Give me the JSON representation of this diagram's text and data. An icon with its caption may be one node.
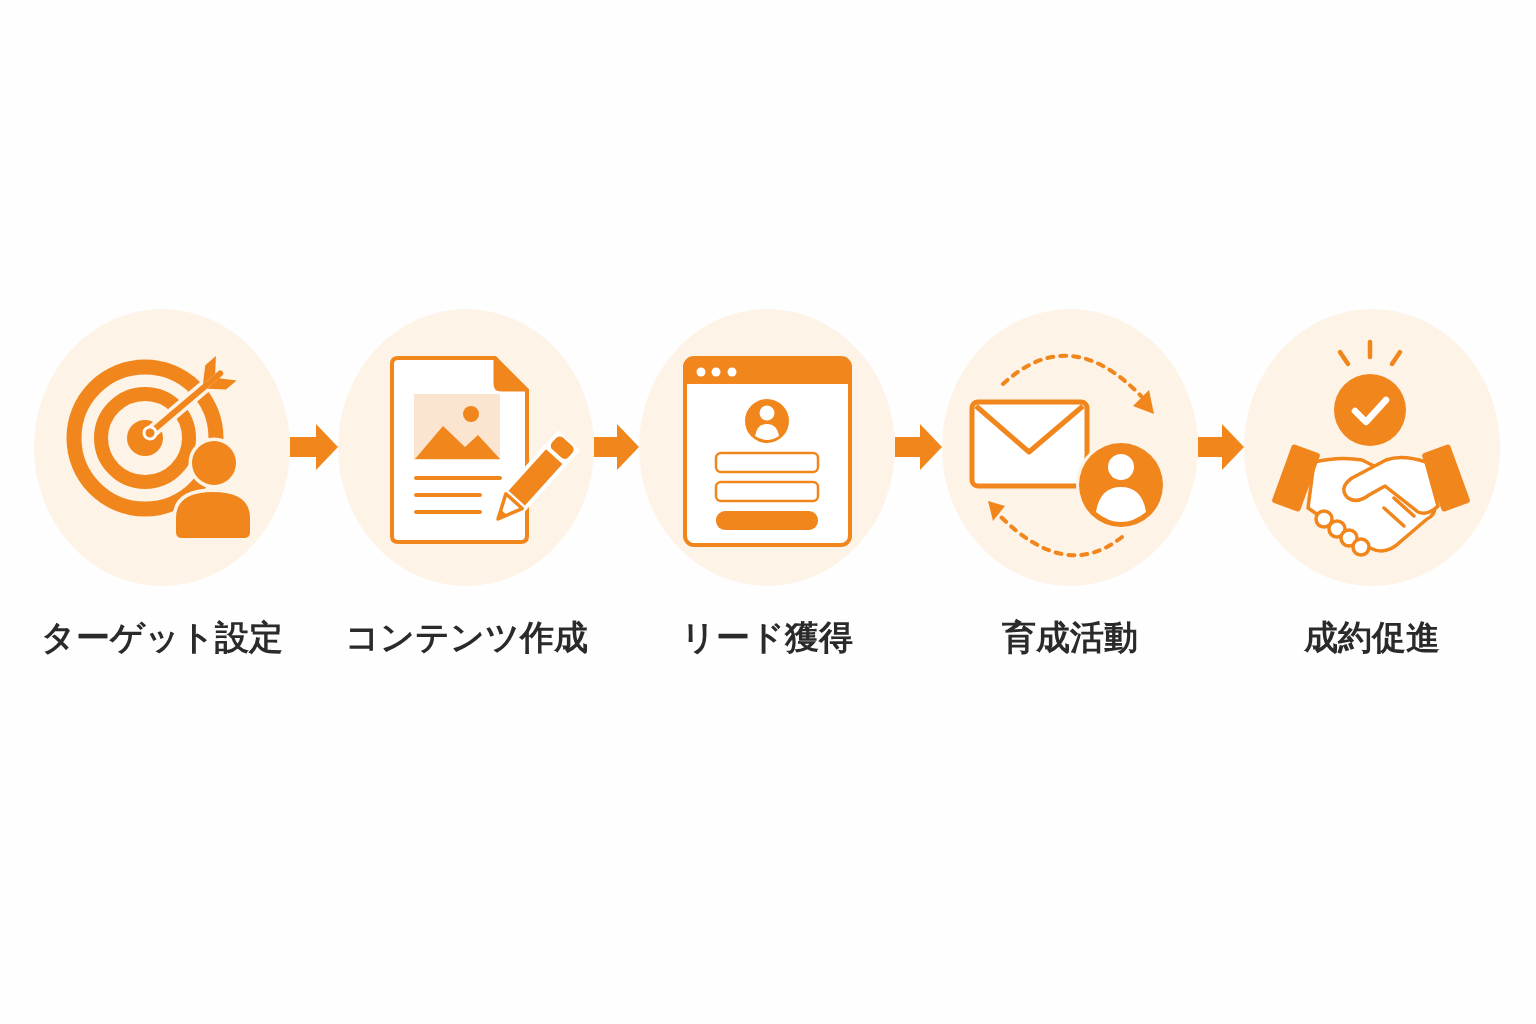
{
  "diagram": {
    "nodes": [
      {
        "text": [
          "ターゲット設定"
        ]
      },
      {
        "text": [
          "コンテンツ作成"
        ]
      },
      {
        "text": [
          "リード獲得"
        ]
      },
      {
        "text": [
          "育成活動"
        ]
      },
      {
        "text": [
          "成約促進"
        ]
      }
    ],
    "edges": [
      {
        "from": 0,
        "to": 1,
        "arrow": "to"
      },
      {
        "from": 1,
        "to": 2,
        "arrow": "to"
      },
      {
        "from": 2,
        "to": 3,
        "arrow": "to"
      },
      {
        "from": 3,
        "to": 4,
        "arrow": "to"
      }
    ]
  }
}
